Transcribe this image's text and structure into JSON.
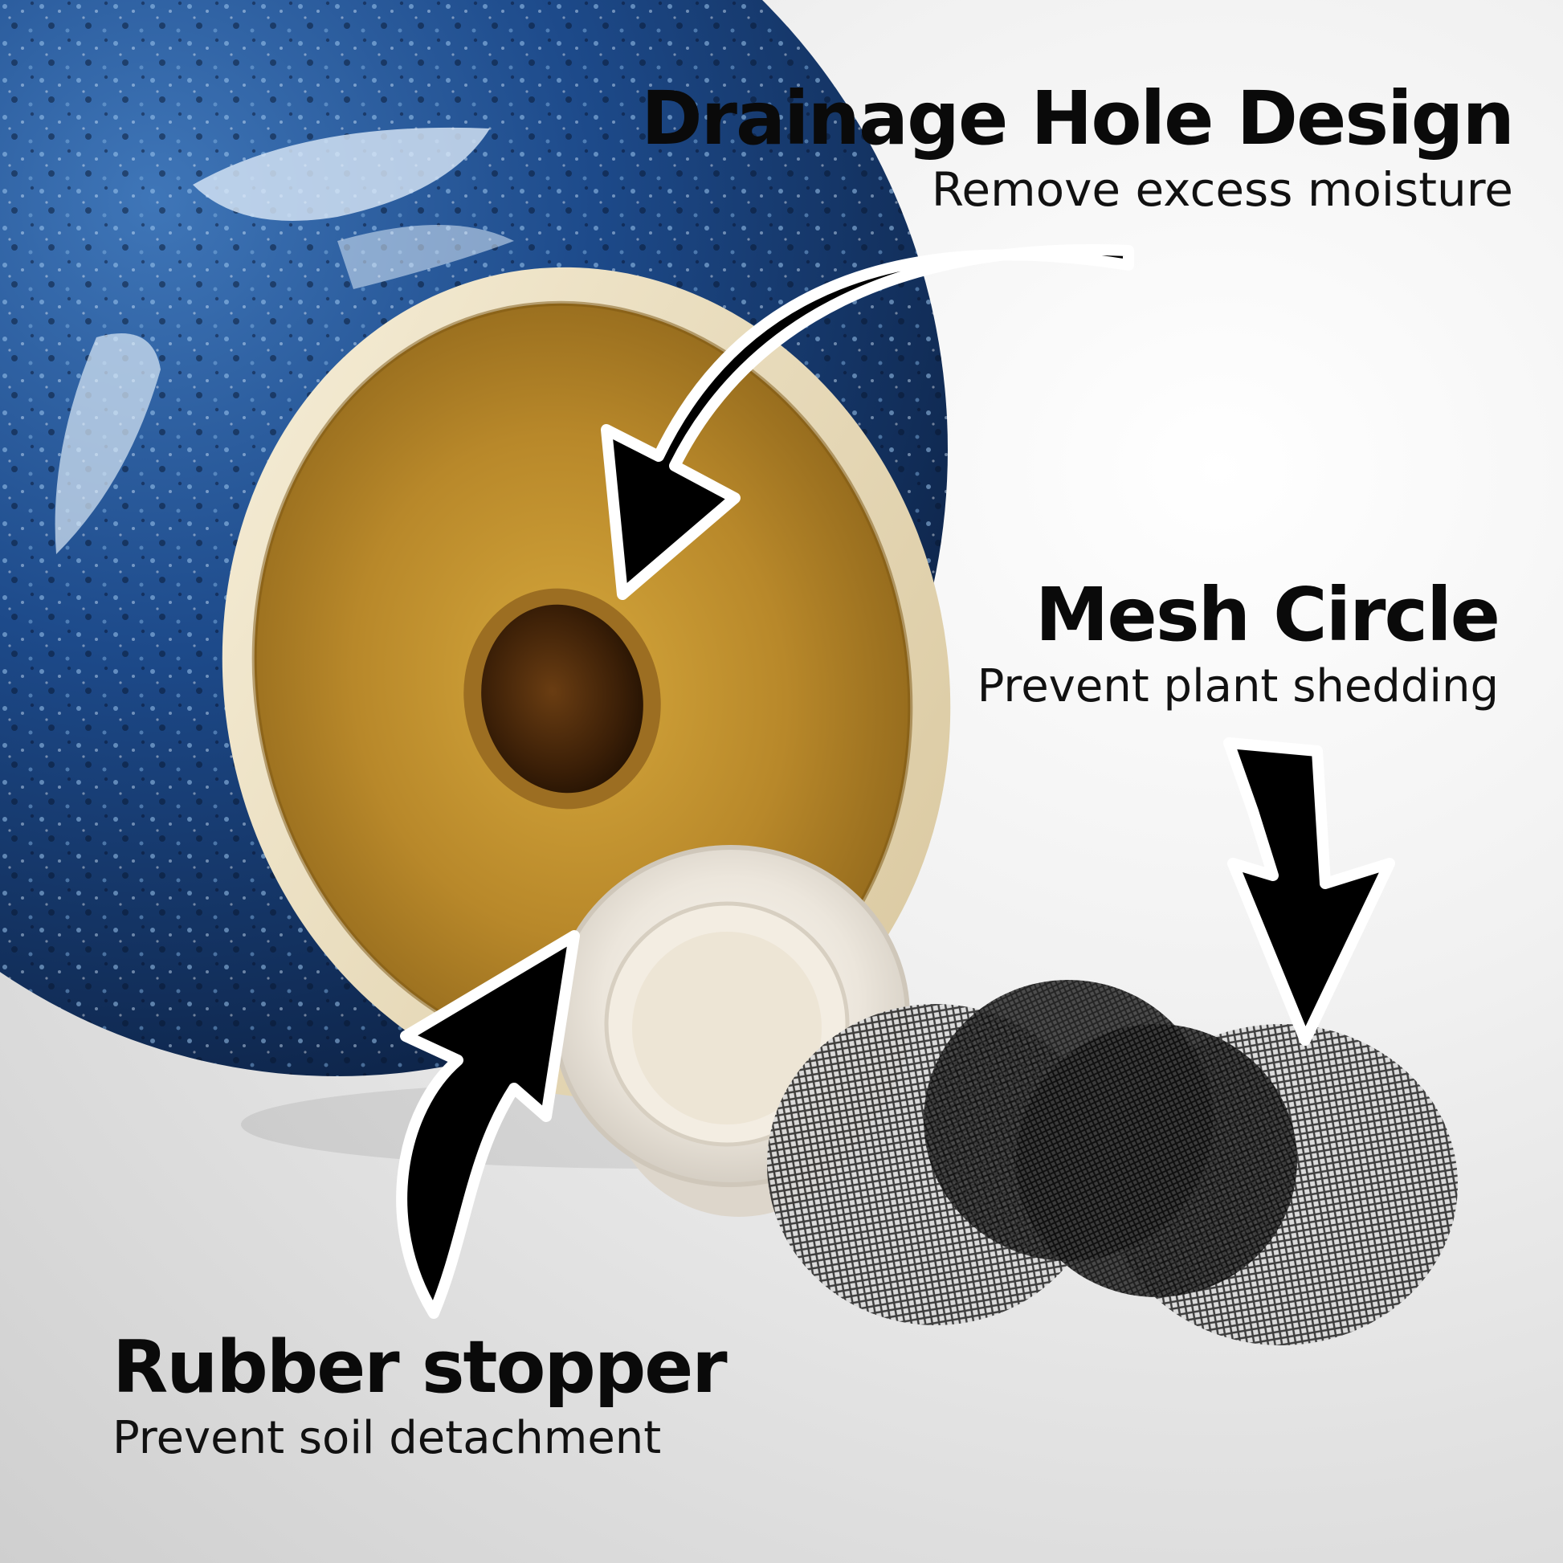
{
  "labels": {
    "drainage": {
      "title": "Drainage Hole Design",
      "subtitle": "Remove excess moisture"
    },
    "mesh": {
      "title": "Mesh Circle",
      "subtitle": "Prevent plant shedding"
    },
    "rubber": {
      "title": "Rubber stopper",
      "subtitle": "Prevent soil detachment"
    }
  },
  "colors": {
    "pot_glaze": "#1d4a8a",
    "pot_inner": "#b58a28",
    "pot_rim": "#efe3c4",
    "mesh": "#2a2a2a",
    "arrow_fill": "#000000",
    "arrow_outline": "#ffffff",
    "text": "#0a0a0a"
  },
  "icons": {
    "drainage_arrow": "curved-arrow-icon",
    "mesh_arrow": "down-arrow-icon",
    "rubber_arrow": "curved-arrow-icon"
  }
}
